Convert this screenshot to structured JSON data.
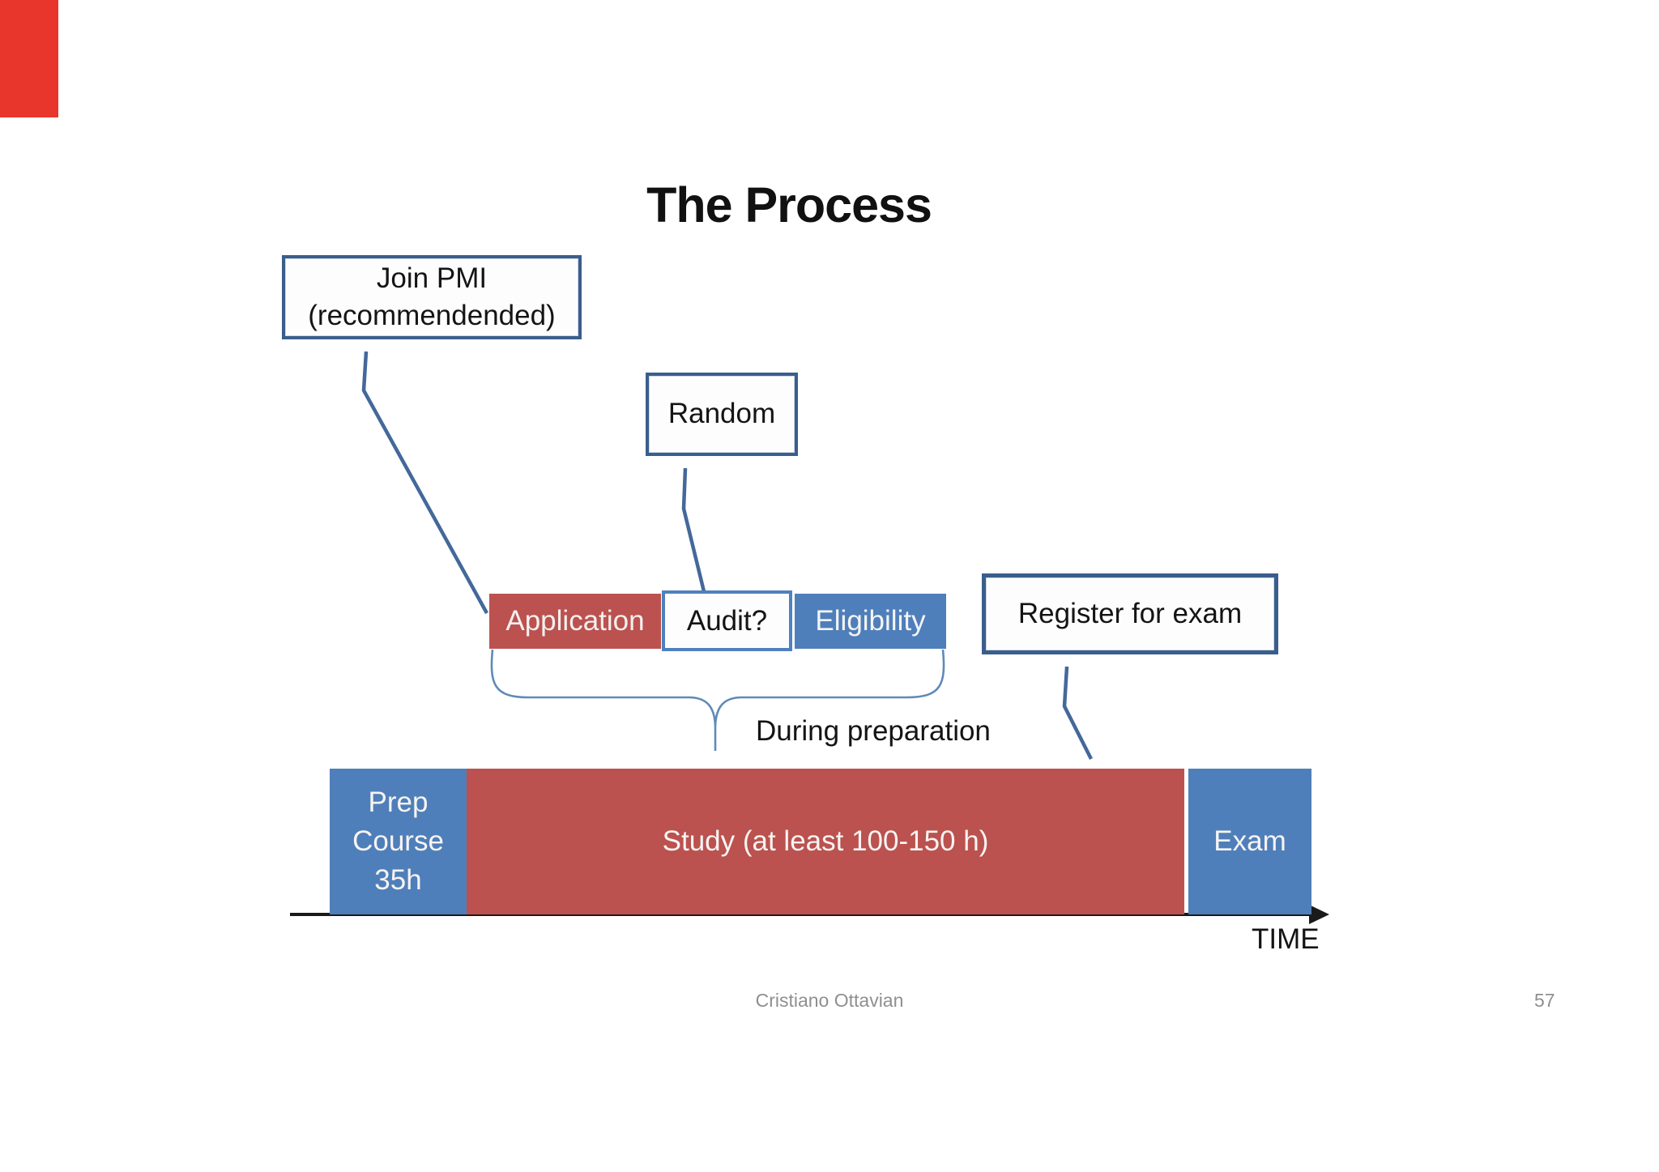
{
  "slide": {
    "title": "The Process",
    "callouts": {
      "join_pmi_line1": "Join PMI",
      "join_pmi_line2": "(recommendended)",
      "random": "Random",
      "audit": "Audit?",
      "register": "Register for exam"
    },
    "process_row": {
      "application": "Application",
      "eligibility": "Eligibility"
    },
    "brace_label": "During preparation",
    "timeline": {
      "prep_line1": "Prep",
      "prep_line2": "Course",
      "prep_line3": "35h",
      "study": "Study (at least 100-150 h)",
      "exam": "Exam",
      "axis_label": "TIME"
    },
    "footer": {
      "author": "Cristiano Ottavian",
      "page_number": "57"
    },
    "colors": {
      "box_red": "#bb524f",
      "box_blue": "#4f7fba",
      "callout_border": "#3a5e8c",
      "audit_border": "#4f81bd",
      "leader_line": "#44689a",
      "brace": "#5f8ab8",
      "axis_black": "#1a1a1a",
      "corner_marker_red": "#e8362d"
    }
  }
}
